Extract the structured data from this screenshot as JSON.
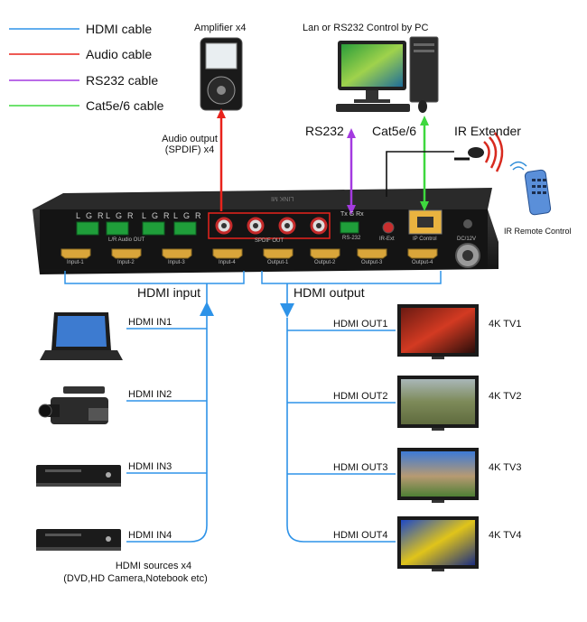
{
  "legend": [
    {
      "label": "HDMI cable",
      "color": "#2e93e8"
    },
    {
      "label": "Audio cable",
      "color": "#e8231c"
    },
    {
      "label": "RS232 cable",
      "color": "#a43ae0"
    },
    {
      "label": "Cat5e/6 cable",
      "color": "#3ed83e"
    }
  ],
  "top": {
    "amplifier": "Amplifier x4",
    "pc": "Lan or RS232 Control by PC",
    "audio_output_line1": "Audio output",
    "audio_output_line2": "(SPDIF) x4",
    "rs232": "RS232",
    "cat": "Cat5e/6",
    "ir_extender": "IR Extender",
    "ir_remote": "IR Remote Control"
  },
  "device": {
    "brand": "LINK MI",
    "ports": {
      "lr": [
        "L",
        "G",
        "R"
      ],
      "audio_out": "L/R Audio OUT",
      "spdif_out": "SPDIF OUT",
      "txgrx": "Tx G Rx",
      "rs232": "RS-232",
      "ir_ext": "IR-Ext",
      "ip_control": "IP Control",
      "dc": "DC/12V",
      "inputs": [
        "Input-1",
        "Input-2",
        "Input-3",
        "Input-4"
      ],
      "outputs": [
        "Output-1",
        "Output-2",
        "Output-3",
        "Output-4"
      ]
    }
  },
  "hdmi_input_label": "HDMI input",
  "hdmi_output_label": "HDMI output",
  "inputs": [
    {
      "label": "HDMI IN1",
      "device": "laptop"
    },
    {
      "label": "HDMI IN2",
      "device": "camera"
    },
    {
      "label": "HDMI IN3",
      "device": "dvd"
    },
    {
      "label": "HDMI IN4",
      "device": "dvd"
    }
  ],
  "outputs": [
    {
      "label": "HDMI OUT1",
      "tv": "4K TV1"
    },
    {
      "label": "HDMI OUT2",
      "tv": "4K TV2"
    },
    {
      "label": "HDMI OUT3",
      "tv": "4K TV3"
    },
    {
      "label": "HDMI OUT4",
      "tv": "4K TV4"
    }
  ],
  "sources_line1": "HDMI sources x4",
  "sources_line2": "(DVD,HD Camera,Notebook etc)"
}
